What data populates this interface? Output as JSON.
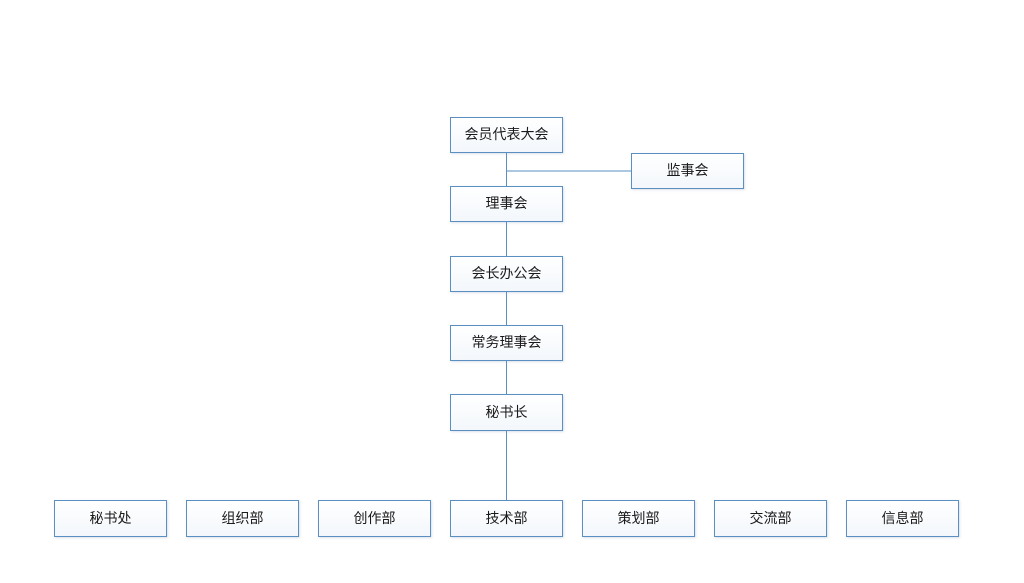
{
  "diagram": {
    "type": "org-chart",
    "chain": [
      "会员代表大会",
      "理事会",
      "会长办公会",
      "常务理事会",
      "秘书长"
    ],
    "side_node": "监事会",
    "departments": [
      "秘书处",
      "组织部",
      "创作部",
      "技术部",
      "策划部",
      "交流部",
      "信息部"
    ],
    "colors": {
      "border": "#5a8fc2",
      "connector": "#5a8fc2",
      "text": "#1a1a1a",
      "background": "#ffffff"
    }
  }
}
